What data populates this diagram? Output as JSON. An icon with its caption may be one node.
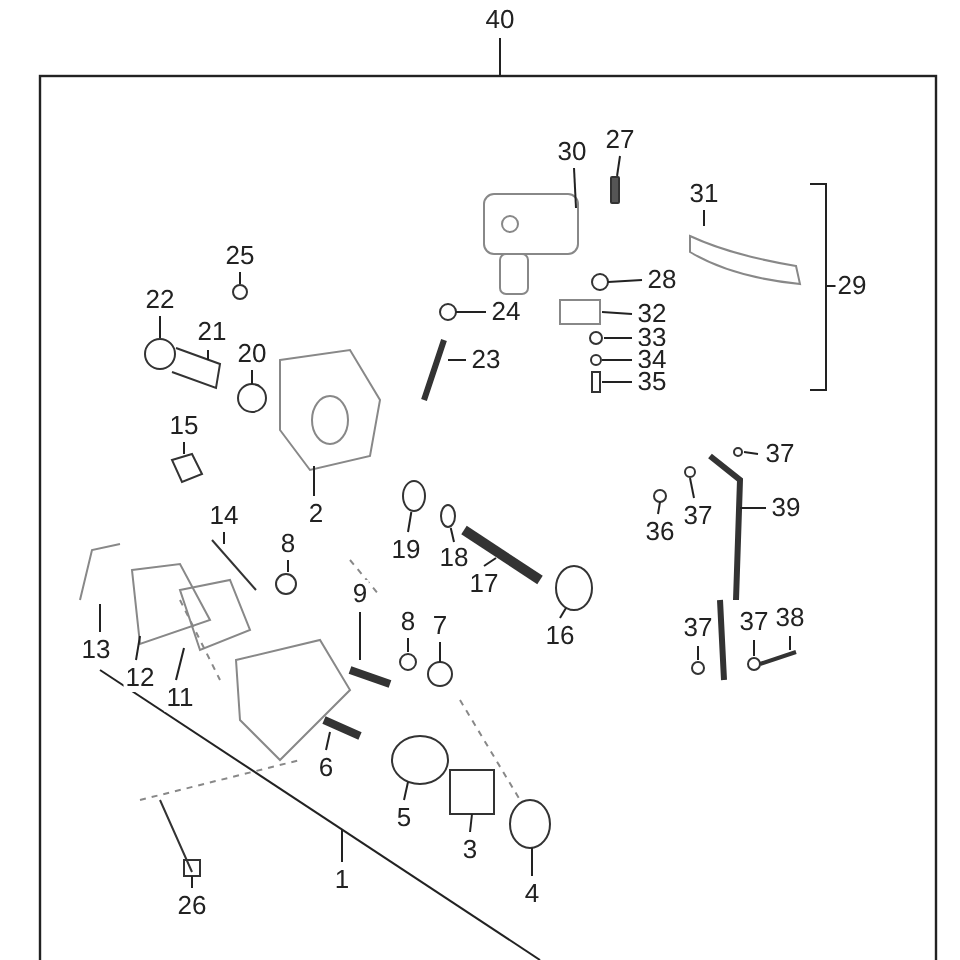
{
  "diagram": {
    "nodes": [
      {
        "text": [
          "40"
        ]
      },
      {
        "text": [
          "30"
        ]
      },
      {
        "text": [
          "27"
        ]
      },
      {
        "text": [
          "31"
        ]
      },
      {
        "text": [
          "28"
        ]
      },
      {
        "text": [
          "32"
        ]
      },
      {
        "text": [
          "33"
        ]
      },
      {
        "text": [
          "34"
        ]
      },
      {
        "text": [
          "35"
        ]
      },
      {
        "text": [
          "24"
        ]
      },
      {
        "text": [
          "23"
        ]
      },
      {
        "text": [
          "25"
        ]
      },
      {
        "text": [
          "22"
        ]
      },
      {
        "text": [
          "21"
        ]
      },
      {
        "text": [
          "20"
        ]
      },
      {
        "text": [
          "15"
        ]
      },
      {
        "text": [
          "2"
        ]
      },
      {
        "text": [
          "14"
        ]
      },
      {
        "text": [
          "8"
        ]
      },
      {
        "text": [
          "19"
        ]
      },
      {
        "text": [
          "18"
        ]
      },
      {
        "text": [
          "17"
        ]
      },
      {
        "text": [
          "9"
        ]
      },
      {
        "text": [
          "16"
        ]
      },
      {
        "text": [
          "13"
        ]
      },
      {
        "text": [
          "12"
        ]
      },
      {
        "text": [
          "11"
        ]
      },
      {
        "text": [
          "8"
        ]
      },
      {
        "text": [
          "7"
        ]
      },
      {
        "text": [
          "6"
        ]
      },
      {
        "text": [
          "5"
        ]
      },
      {
        "text": [
          "3"
        ]
      },
      {
        "text": [
          "26"
        ]
      },
      {
        "text": [
          "1"
        ]
      },
      {
        "text": [
          "4"
        ]
      },
      {
        "text": [
          "37"
        ]
      },
      {
        "text": [
          "36"
        ]
      },
      {
        "text": [
          "37"
        ]
      },
      {
        "text": [
          "39"
        ]
      },
      {
        "text": [
          "37"
        ]
      },
      {
        "text": [
          "37"
        ]
      },
      {
        "text": [
          "38"
        ]
      },
      {
        "text": [
          "29"
        ]
      },
      {
        "text": [],
        "shape": "bar"
      },
      {
        "text": [],
        "shape": "circle"
      },
      {
        "text": [],
        "shape": "circle"
      },
      {
        "text": [],
        "shape": "circle"
      },
      {
        "text": [],
        "shape": "circle"
      }
    ],
    "edges": [
      {
        "from": 0,
        "to": null,
        "arrow": "none"
      },
      {
        "from": 1,
        "to": null,
        "arrow": "none"
      },
      {
        "from": 2,
        "to": 43,
        "arrow": "none"
      },
      {
        "from": 3,
        "to": null,
        "arrow": "none"
      },
      {
        "from": 4,
        "to": null,
        "arrow": "none"
      },
      {
        "from": 5,
        "to": null,
        "arrow": "none"
      },
      {
        "from": 6,
        "to": null,
        "arrow": "none"
      },
      {
        "from": 7,
        "to": null,
        "arrow": "none"
      },
      {
        "from": 8,
        "to": null,
        "arrow": "none"
      },
      {
        "from": 9,
        "to": null,
        "arrow": "none"
      },
      {
        "from": 10,
        "to": null,
        "arrow": "none"
      },
      {
        "from": 11,
        "to": 44,
        "arrow": "none"
      },
      {
        "from": 12,
        "to": 45,
        "arrow": "none"
      },
      {
        "from": 13,
        "to": null,
        "arrow": "none"
      },
      {
        "from": 14,
        "to": null,
        "arrow": "none"
      },
      {
        "from": 15,
        "to": null,
        "arrow": "none"
      },
      {
        "from": 16,
        "to": null,
        "arrow": "none"
      },
      {
        "from": 17,
        "to": null,
        "arrow": "none"
      },
      {
        "from": 18,
        "to": null,
        "arrow": "none"
      },
      {
        "from": 19,
        "to": 47,
        "arrow": "none"
      },
      {
        "from": 20,
        "to": 46,
        "arrow": "none"
      },
      {
        "from": 21,
        "to": null,
        "arrow": "none"
      },
      {
        "from": 22,
        "to": null,
        "arrow": "none"
      },
      {
        "from": 23,
        "to": null,
        "arrow": "none"
      },
      {
        "from": 24,
        "to": null,
        "arrow": "none"
      },
      {
        "from": 25,
        "to": null,
        "arrow": "none"
      },
      {
        "from": 26,
        "to": null,
        "arrow": "none"
      },
      {
        "from": 27,
        "to": null,
        "arrow": "none"
      },
      {
        "from": 28,
        "to": null,
        "arrow": "none"
      },
      {
        "from": 29,
        "to": null,
        "arrow": "none"
      },
      {
        "from": 30,
        "to": null,
        "arrow": "none"
      },
      {
        "from": 31,
        "to": null,
        "arrow": "none"
      },
      {
        "from": 32,
        "to": null,
        "arrow": "none"
      },
      {
        "from": 33,
        "to": null,
        "arrow": "none"
      },
      {
        "from": 34,
        "to": null,
        "arrow": "none"
      },
      {
        "from": 35,
        "to": null,
        "arrow": "none"
      },
      {
        "from": 36,
        "to": null,
        "arrow": "none"
      },
      {
        "from": 37,
        "to": null,
        "arrow": "none"
      },
      {
        "from": 38,
        "to": null,
        "arrow": "none"
      },
      {
        "from": 39,
        "to": null,
        "arrow": "none"
      },
      {
        "from": 40,
        "to": null,
        "arrow": "none"
      },
      {
        "from": 41,
        "to": null,
        "arrow": "none"
      }
    ],
    "labels": []
  }
}
